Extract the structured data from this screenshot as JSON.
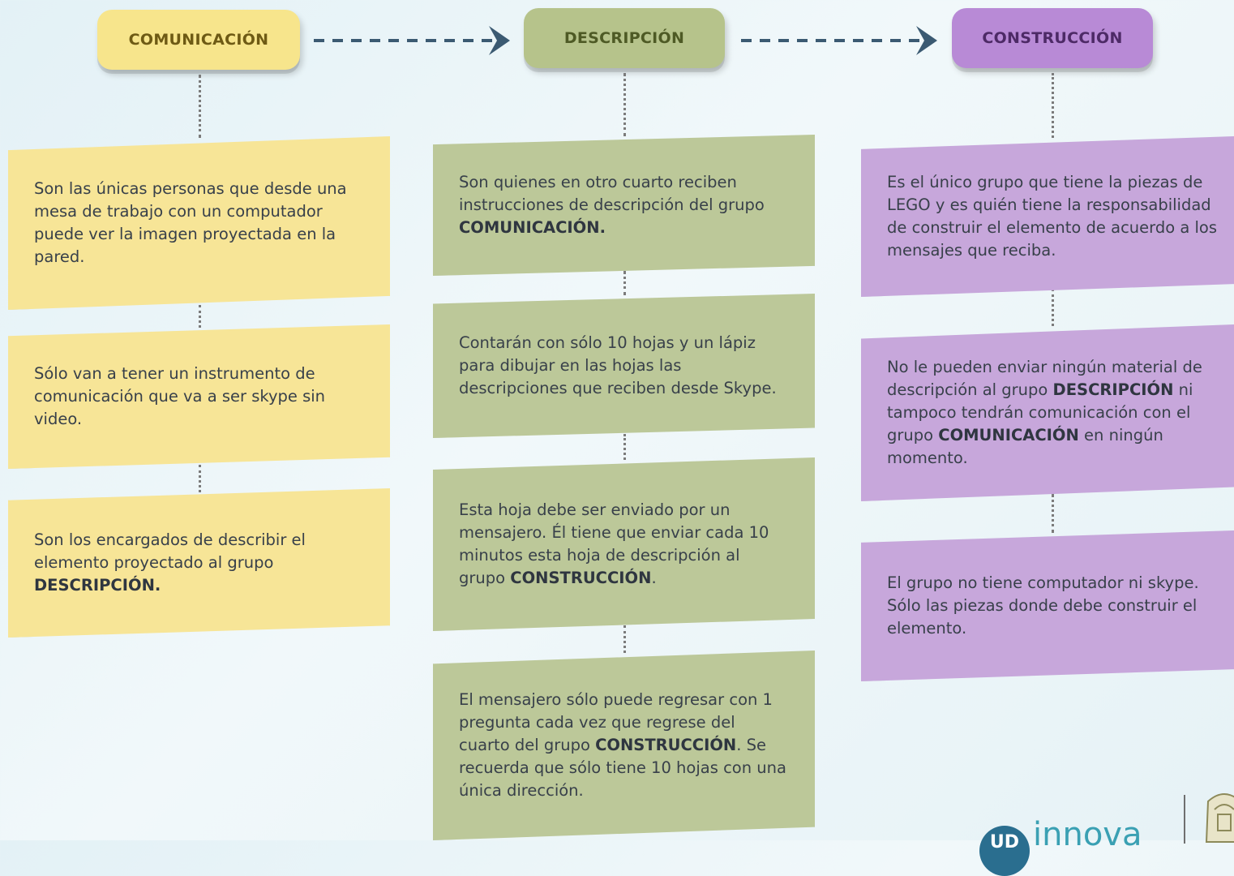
{
  "headers": {
    "comunicacion": "COMUNICACIÓN",
    "descripcion": "DESCRIPCIÓN",
    "construccion": "CONSTRUCCIÓN"
  },
  "comunicacion": {
    "card1": "Son las únicas personas que desde una mesa de trabajo con un computador puede ver la imagen proyectada en la pared.",
    "card2": "Sólo van a tener un instrumento de comunicación que va a ser skype sin video.",
    "card3_pre": "Son los encargados de describir el elemento proyectado al grupo ",
    "card3_bold": "DESCRIPCIÓN."
  },
  "descripcion": {
    "card1_pre": "Son quienes en otro cuarto reciben instrucciones de descripción del grupo ",
    "card1_bold": "COMUNICACIÓN.",
    "card2": "Contarán con sólo 10 hojas y un lápiz para dibujar en las hojas las descripciones que reciben desde Skype.",
    "card3_pre": "Esta hoja debe ser enviado por un mensajero. Él tiene que enviar cada 10 minutos esta hoja de descripción al grupo ",
    "card3_bold": "CONSTRUCCIÓN",
    "card3_post": ".",
    "card4_pre": "El mensajero sólo puede regresar con 1 pregunta cada vez que regrese del cuarto del grupo ",
    "card4_bold": "CONSTRUCCIÓN",
    "card4_post": ". Se recuerda que sólo tiene 10 hojas con una única dirección."
  },
  "construccion": {
    "card1": "Es el único grupo que tiene la piezas de LEGO y es quién tiene la responsabilidad de construir el elemento de acuerdo a los mensajes que reciba.",
    "card2_pre": "No le pueden enviar ningún material de descripción al grupo ",
    "card2_bold1": "DESCRIPCIÓN",
    "card2_mid": " ni tampoco tendrán comunicación con el grupo ",
    "card2_bold2": "COMUNICACIÓN",
    "card2_post": " en ningún momento.",
    "card3": "El grupo no tiene computador ni skype. Sólo las piezas donde debe construir el elemento."
  },
  "logo": {
    "badge": "UD",
    "word": "innova"
  },
  "colors": {
    "yellow": "#f7e597",
    "green": "#bcc899",
    "purple": "#c7a7db",
    "arrow": "#3b5a72"
  }
}
